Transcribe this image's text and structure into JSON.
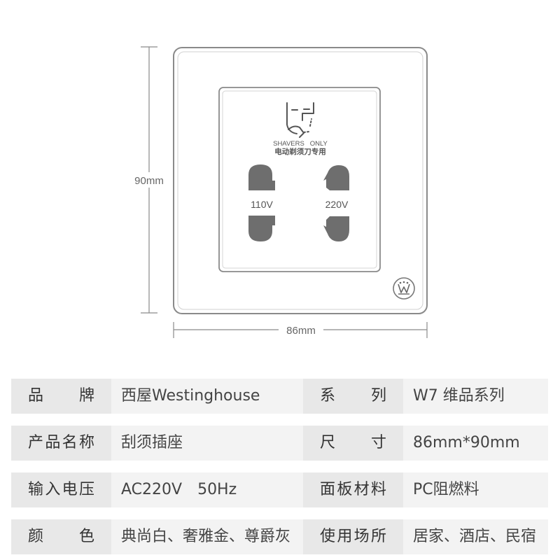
{
  "diagram": {
    "height_label": "90mm",
    "width_label": "86mm",
    "sign_en": "SHAVERS   ONLY",
    "sign_cn": "电动剃须刀专用",
    "voltage_left": "110V",
    "voltage_right": "220V",
    "logo_icon": "westinghouse-w-logo",
    "colors": {
      "outline": "#8a8a8a",
      "socket": "#6e6e6e",
      "text": "#555555"
    }
  },
  "specs": [
    {
      "label": "品　　牌",
      "value": "西屋Westinghouse",
      "label2": "系　　列",
      "value2": "W7 维品系列"
    },
    {
      "label": "产品名称",
      "value": "刮须插座",
      "label2": "尺　　寸",
      "value2": "86mm*90mm"
    },
    {
      "label": "输入电压",
      "value": "AC220V　50Hz",
      "label2": "面板材料",
      "value2": "PC阻燃料"
    },
    {
      "label": "颜　　色",
      "value": "典尚白、奢雅金、尊爵灰",
      "label2": "使用场所",
      "value2": "居家、酒店、民宿"
    }
  ]
}
